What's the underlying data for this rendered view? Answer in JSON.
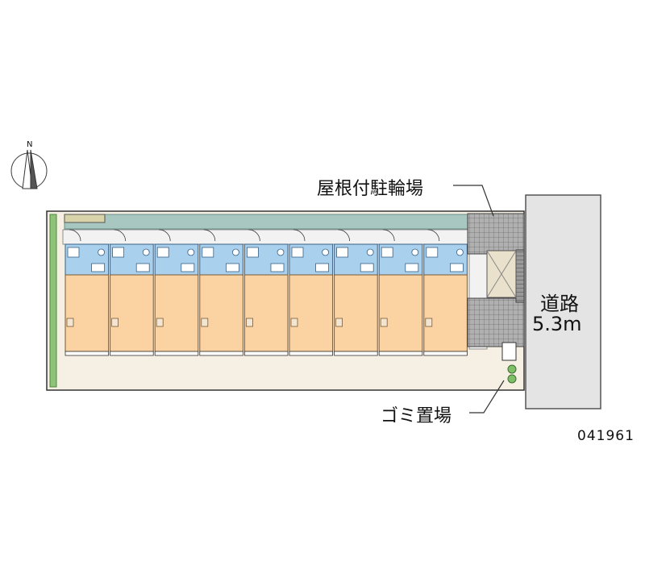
{
  "labels": {
    "roof_bike_parking": "屋根付駐輪場",
    "road_name": "道路",
    "road_width": "5.3m",
    "garbage_area": "ゴミ置場",
    "property_code": "041961"
  },
  "compass": {
    "north_marker": "N"
  },
  "building": {
    "unit_count": 9
  },
  "colors": {
    "unit_blue": "#a9d1ee",
    "unit_orange": "#fbd3a3",
    "ground_beige": "#f6efe4",
    "hedge_green": "#8fc37a",
    "walkway_teal": "#a7c7c0",
    "road_gray": "#e4e4e4",
    "bike_parking_gray": "#a3a3a3"
  }
}
